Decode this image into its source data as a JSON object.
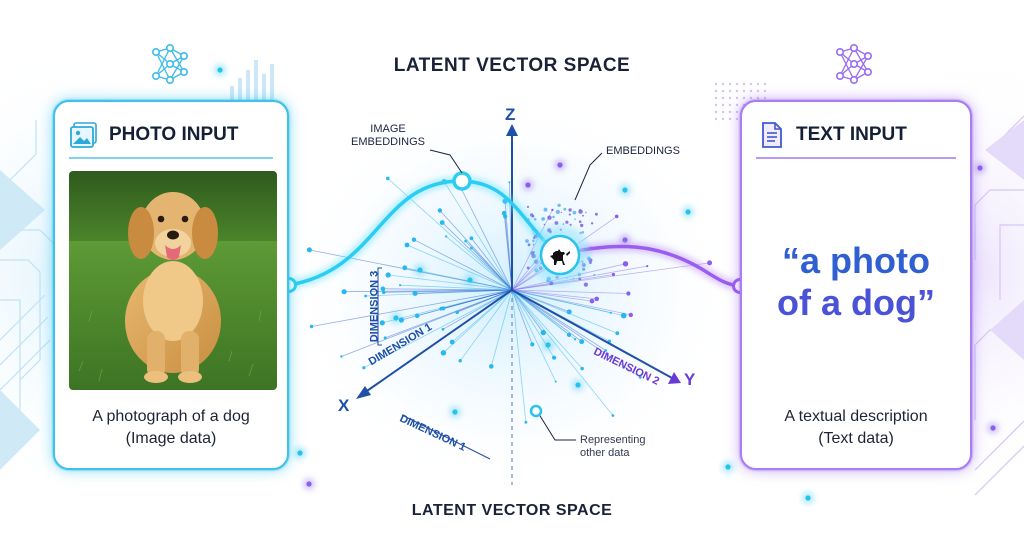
{
  "header": {
    "title": "LATENT VECTOR SPACE"
  },
  "footer": {
    "title": "LATENT VECTOR SPACE"
  },
  "photo_card": {
    "icon": "image-icon",
    "title": "PHOTO INPUT",
    "image_subject": "golden retriever dog sitting on grass",
    "caption_line1": "A photograph of a dog",
    "caption_line2": "(Image data)"
  },
  "text_card": {
    "icon": "document-icon",
    "title": "TEXT INPUT",
    "quote_line1": "“a photo",
    "quote_line2": "of a dog”",
    "caption_line1": "A textual description",
    "caption_line2": "(Text data)"
  },
  "axes": {
    "z_label": "Z",
    "x_label": "X",
    "y_label": "Y",
    "dimension_3": "DIMENSION 3",
    "dimension_1_a": "DIMENSION 1",
    "dimension_1_b": "DIMENSION 1",
    "dimension_2": "DIMENSION 2"
  },
  "annotations": {
    "image_embeddings_line1": "IMAGE",
    "image_embeddings_line2": "EMBEDDINGS",
    "embeddings": "EMBEDDINGS",
    "other_data_line1": "Representing",
    "other_data_line2": "other data"
  },
  "colors": {
    "image_accent": "#29c3ee",
    "text_accent": "#9b5cf0",
    "axis_blue": "#1f4fa8",
    "text_blue": "#2f5fd0"
  }
}
